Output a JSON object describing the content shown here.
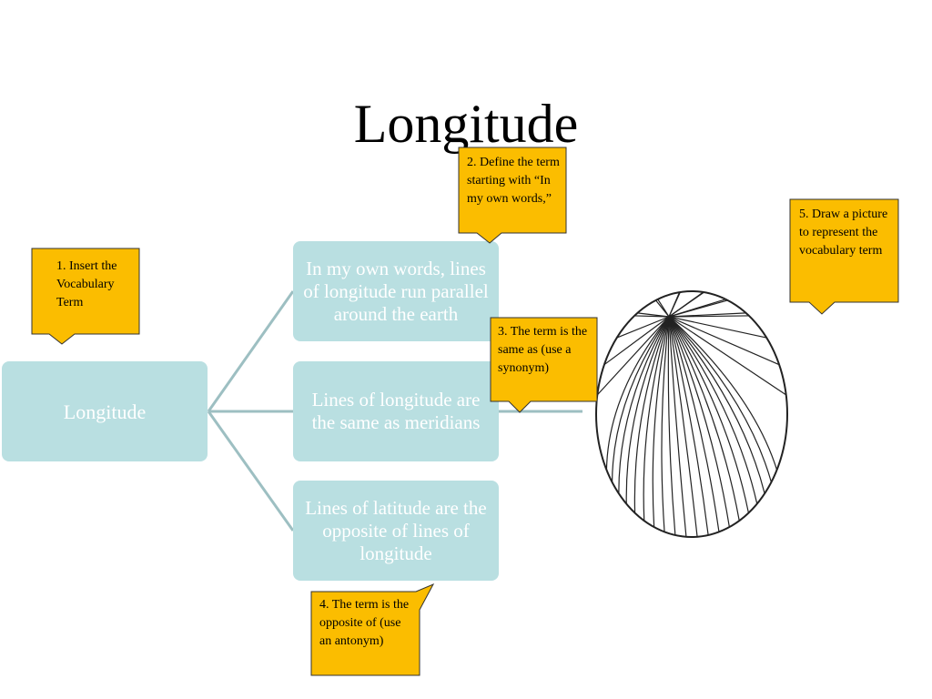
{
  "title": "Longitude",
  "diagram": {
    "main_term": "Longitude",
    "branches": [
      "In my own words, lines of longitude run parallel around the earth",
      "Lines of longitude are the same as meridians",
      "Lines of latitude are the opposite of lines of longitude"
    ]
  },
  "callouts": {
    "step1": "1. Insert the Vocabulary Term",
    "step2": "2. Define the term starting with “In my own words,”",
    "step3": "3. The term is the same as (use a synonym)",
    "step4": "4. The term is the opposite of (use an antonym)",
    "step5": "5. Draw a picture to represent the vocabulary term"
  },
  "colors": {
    "box_fill": "#b9dfe1",
    "box_text": "#ffffff",
    "callout_fill": "#fbbd00",
    "connector": "#9dbfc2"
  },
  "icons": {
    "picture": "globe-meridians-icon"
  }
}
